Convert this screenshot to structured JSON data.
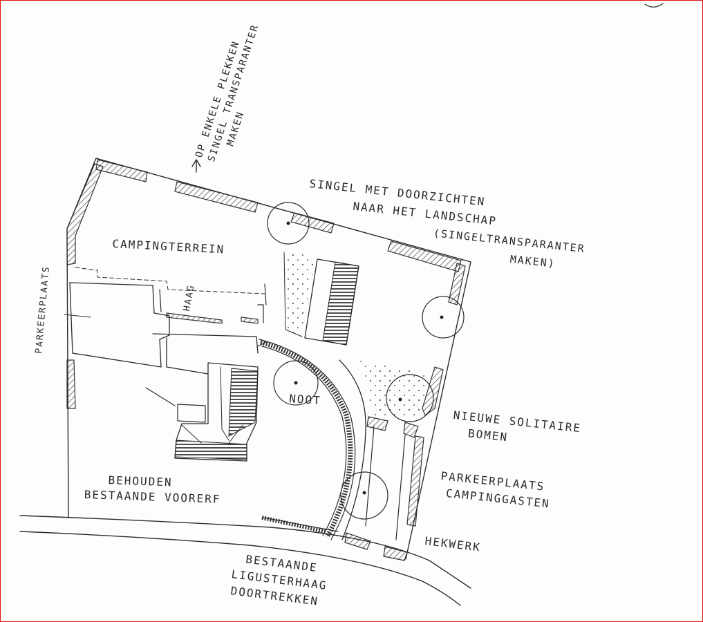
{
  "labels": {
    "rotated_note": [
      "OP ENKELE PLEKKEN",
      "SINGEL TRANSPARANTER",
      "MAKEN"
    ],
    "singel": [
      "SINGEL MET DOORZICHTEN",
      "NAAR HET LANDSCHAP",
      "(SINGELTRANSPARANTER",
      "MAKEN)"
    ],
    "campingterrein": "CAMPINGTERREIN",
    "haag": "HAAG",
    "parkeerplaats_left": "PARKEERPLAATS",
    "noot": "NOOT",
    "nieuwe_bomen": [
      "NIEUWE SOLITAIRE",
      "BOMEN"
    ],
    "parkeerplaats_camping": [
      "PARKEERPLAATS",
      "CAMPINGGASTEN"
    ],
    "hekwerk": "HEKWERK",
    "behouden": [
      "BEHOUDEN",
      "BESTAANDE VOORERF"
    ],
    "ligusterhaag": [
      "BESTAANDE",
      "LIGUSTERHAAG",
      "DOORTREKKEN"
    ]
  },
  "colors": {
    "ink": "#2a2a2a",
    "frame": "#e01010"
  }
}
